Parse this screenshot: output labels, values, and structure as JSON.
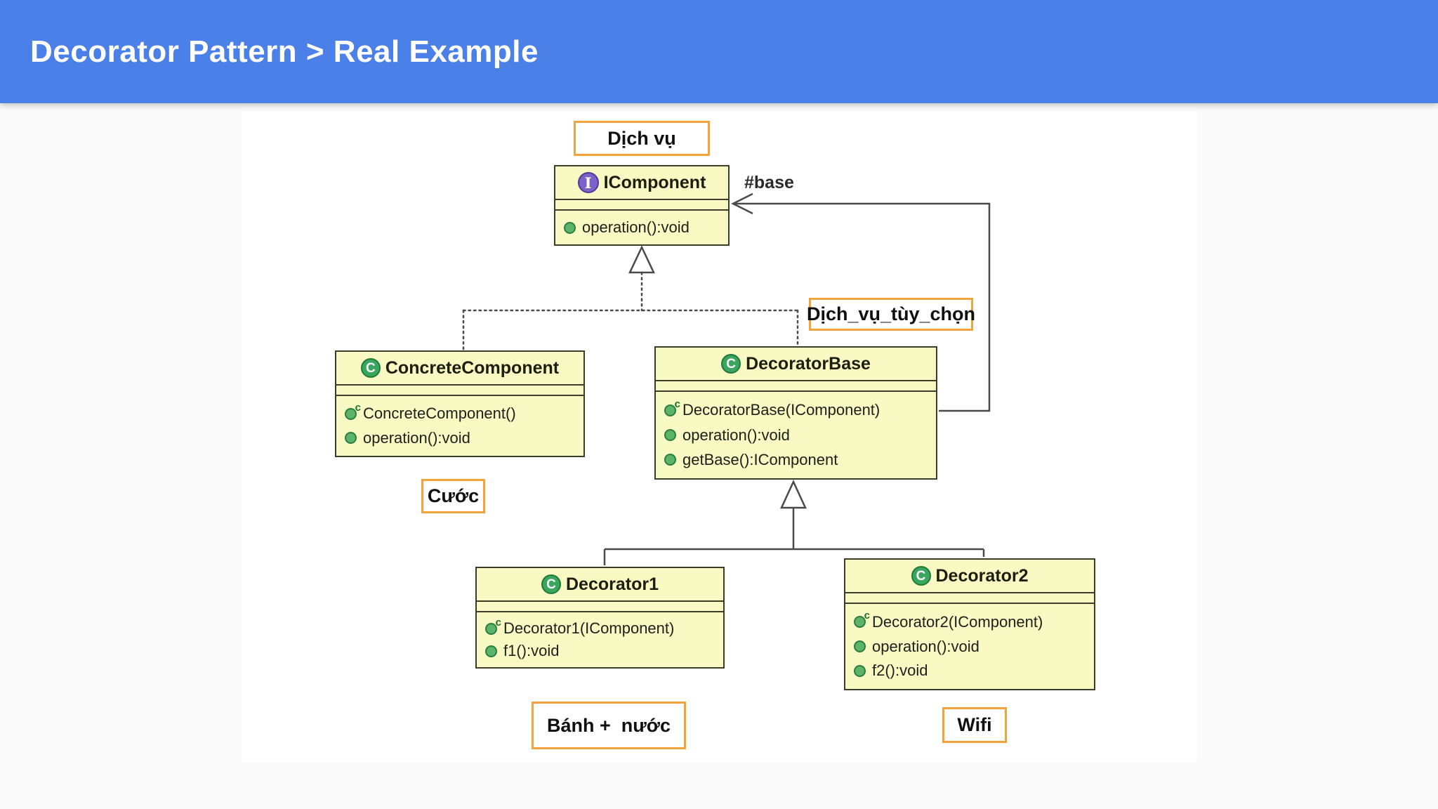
{
  "header": {
    "title": "Decorator Pattern > Real Example"
  },
  "diagram": {
    "edge_labels": {
      "base": "#base"
    },
    "notes": [
      {
        "text": "Dịch vụ"
      },
      {
        "text": "Dịch_vụ_tùy_chọn"
      },
      {
        "text": "Cước"
      },
      {
        "text": "Bánh +  nước"
      },
      {
        "text": "Wifi"
      }
    ],
    "classes": [
      {
        "name": "IComponent",
        "stereotype": "interface",
        "icon": "interface-icon",
        "icon_letter": "I",
        "members": [
          {
            "icon": "method-icon",
            "text": "operation():void"
          }
        ]
      },
      {
        "name": "ConcreteComponent",
        "stereotype": "class",
        "icon": "class-icon",
        "icon_letter": "C",
        "members": [
          {
            "icon": "constructor-icon",
            "sup": "c",
            "text": "ConcreteComponent()"
          },
          {
            "icon": "method-icon",
            "text": "operation():void"
          }
        ]
      },
      {
        "name": "DecoratorBase",
        "stereotype": "class",
        "icon": "class-icon",
        "icon_letter": "C",
        "members": [
          {
            "icon": "constructor-icon",
            "sup": "c",
            "text": "DecoratorBase(IComponent)"
          },
          {
            "icon": "method-icon",
            "text": "operation():void"
          },
          {
            "icon": "method-icon",
            "text": "getBase():IComponent"
          }
        ]
      },
      {
        "name": "Decorator1",
        "stereotype": "class",
        "icon": "class-icon",
        "icon_letter": "C",
        "members": [
          {
            "icon": "constructor-icon",
            "sup": "c",
            "text": "Decorator1(IComponent)"
          },
          {
            "icon": "method-icon",
            "text": "f1():void"
          }
        ]
      },
      {
        "name": "Decorator2",
        "stereotype": "class",
        "icon": "class-icon",
        "icon_letter": "C",
        "members": [
          {
            "icon": "constructor-icon",
            "sup": "c",
            "text": "Decorator2(IComponent)"
          },
          {
            "icon": "method-icon",
            "text": "operation():void"
          },
          {
            "icon": "method-icon",
            "text": "f2():void"
          }
        ]
      }
    ],
    "colors": {
      "header_bg": "#4a80e8",
      "class_fill": "#f9f9c3",
      "class_border": "#3c3c28",
      "note_border": "#f2a33c",
      "connector_line": "#4a4a4a",
      "interface_icon": "#7b61c9",
      "class_icon": "#3aa55c",
      "method_icon": "#5cb468"
    }
  }
}
